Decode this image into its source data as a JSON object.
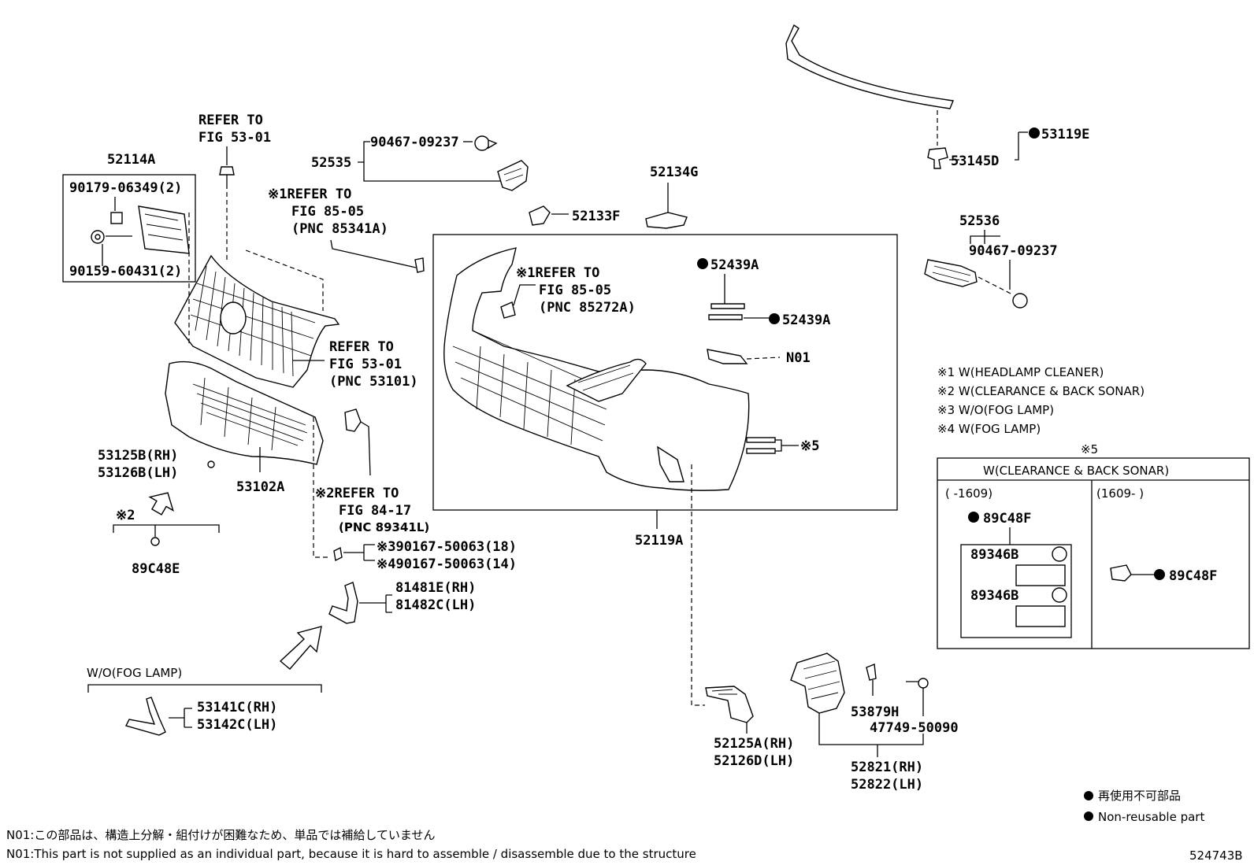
{
  "labels": {
    "l52114A": "52114A",
    "l90179": "90179-06349(2)",
    "l90159": "90159-60431(2)",
    "refer_top_1": "REFER TO",
    "refer_top_2": "FIG 53-01",
    "l52535": "52535",
    "l90467a": "90467-09237",
    "ref1_line1": "※1REFER TO",
    "ref1_line2": "FIG 85-05",
    "ref1_line3": "(PNC 85341A)",
    "l52134G": "52134G",
    "l52133F": "52133F",
    "l53119E": "53119E",
    "l53145D": "53145D",
    "l52536": "52536",
    "l90467b": "90467-09237",
    "ref_grille_1": "REFER TO",
    "ref_grille_2": "FIG 53-01",
    "ref_grille_3": "(PNC 53101)",
    "ref_inner_1": "※1REFER TO",
    "ref_inner_2": "FIG 85-05",
    "ref_inner_3": "(PNC 85272A)",
    "l52439A_1": "52439A",
    "l52439A_2": "52439A",
    "lN01": "N01",
    "l53125B": "53125B(RH)",
    "l53126B": "53126B(LH)",
    "l53102A": "53102A",
    "ref2_1": "※2REFER TO",
    "ref2_2": "FIG 84-17",
    "ref2_3": "(PNC 89341L)",
    "note2_mark": "※2",
    "l89C48E": "89C48E",
    "l90167_18": "※390167-50063(18)",
    "l90167_14": "※490167-50063(14)",
    "l81481E": "81481E(RH)",
    "l81482C": "81482C(LH)",
    "l52119A": "52119A",
    "note5_mark_inline": "※5",
    "wo_fog": "W/O(FOG LAMP)",
    "l53141C": "53141C(RH)",
    "l53142C": "53142C(LH)",
    "l52125A": "52125A(RH)",
    "l52126D": "52126D(LH)",
    "l53879H": "53879H",
    "l47749": "47749-50090",
    "l52821": "52821(RH)",
    "l52822": "52822(LH)"
  },
  "legend": {
    "n1": "※1 W(HEADLAMP CLEANER)",
    "n2": "※2 W(CLEARANCE & BACK SONAR)",
    "n3": "※3 W/O(FOG LAMP)",
    "n4": "※4 W(FOG LAMP)"
  },
  "box5": {
    "mark": "※5",
    "title": "W(CLEARANCE & BACK SONAR)",
    "left_range": "(     -1609)",
    "right_range": "(1609-     )",
    "left_part": "89C48F",
    "sub1": "89346B",
    "sub2": "89346B",
    "right_part": "89C48F"
  },
  "nonreusable": {
    "jp": "再使用不可部品",
    "en": "Non-reusable part"
  },
  "footnotes": {
    "jp": "N01:この部品は、構造上分解・組付けが困難なため、単品では補給していません",
    "en": "N01:This part is not supplied as an individual part, because it is hard to assemble / disassemble due to the structure"
  },
  "figure_code": "524743B"
}
